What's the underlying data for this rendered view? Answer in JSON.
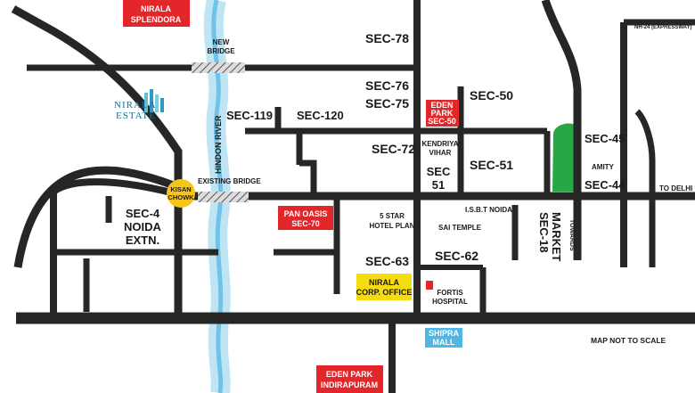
{
  "colors": {
    "road": "#262626",
    "river": "#bfe4f4",
    "river_core": "#6fc3ea",
    "red_box": "#e2262a",
    "yellow_box": "#f5dc10",
    "blue_box": "#4fb6e6",
    "green_area": "#27a844",
    "kisan_chowk": "#f5c518"
  },
  "labels": {
    "sec_78": "SEC-78",
    "sec_76": "SEC-76",
    "sec_75": "SEC-75",
    "sec_50": "SEC-50",
    "sec_119": "SEC-119",
    "sec_120": "SEC-120",
    "sec_72": "SEC-72",
    "sec_51_a": "SEC-51",
    "sec_51_b_line1": "SEC",
    "sec_51_b_line2": "51",
    "sec_45": "SEC-45",
    "sec_44": "SEC-44",
    "amity": "AMITY",
    "to_delhi": "TO DELHI",
    "sec_4_line1": "SEC-4",
    "sec_4_line2": "NOIDA",
    "sec_4_line3": "EXTN.",
    "sec_63": "SEC-63",
    "sec_62": "SEC-62",
    "sec_18_line1": "SEC-18",
    "sec_18_line2": "MARKET",
    "towards": "TOWARDS",
    "isbt": "I.S.B.T NOIDA",
    "sai_temple": "SAI TEMPLE",
    "hotel_line1": "5 STAR",
    "hotel_line2": "HOTEL PLAN",
    "kendriya_line1": "KENDRIYA",
    "kendriya_line2": "VIHAR",
    "fortis_line1": "FORTIS",
    "fortis_line2": "HOSPITAL",
    "new_bridge_line1": "NEW",
    "new_bridge_line2": "BRIDGE",
    "existing_bridge": "EXISTING BRIDGE",
    "hindon_river": "HINDON RIVER",
    "kisan_line1": "KISAN",
    "kisan_line2": "CHOWK",
    "map_note": "MAP NOT TO SCALE",
    "top_right_road": "NH-24 (EXPRESSWAY)"
  },
  "boxes": {
    "nirala_splendora_line1": "NIRALA",
    "nirala_splendora_line2": "SPLENDORA",
    "eden_park_50_line1": "EDEN",
    "eden_park_50_line2": "PARK",
    "eden_park_50_line3": "SEC-50",
    "pan_oasis_line1": "PAN OASIS",
    "pan_oasis_line2": "SEC-70",
    "nirala_corp_line1": "NIRALA",
    "nirala_corp_line2": "CORP. OFFICE",
    "shipra_line1": "SHIPRA",
    "shipra_line2": "MALL",
    "eden_indirapuram_line1": "EDEN PARK",
    "eden_indirapuram_line2": "INDIRAPURAM"
  },
  "logo": {
    "line1": "NIRALA",
    "line2": "ESTATE"
  }
}
